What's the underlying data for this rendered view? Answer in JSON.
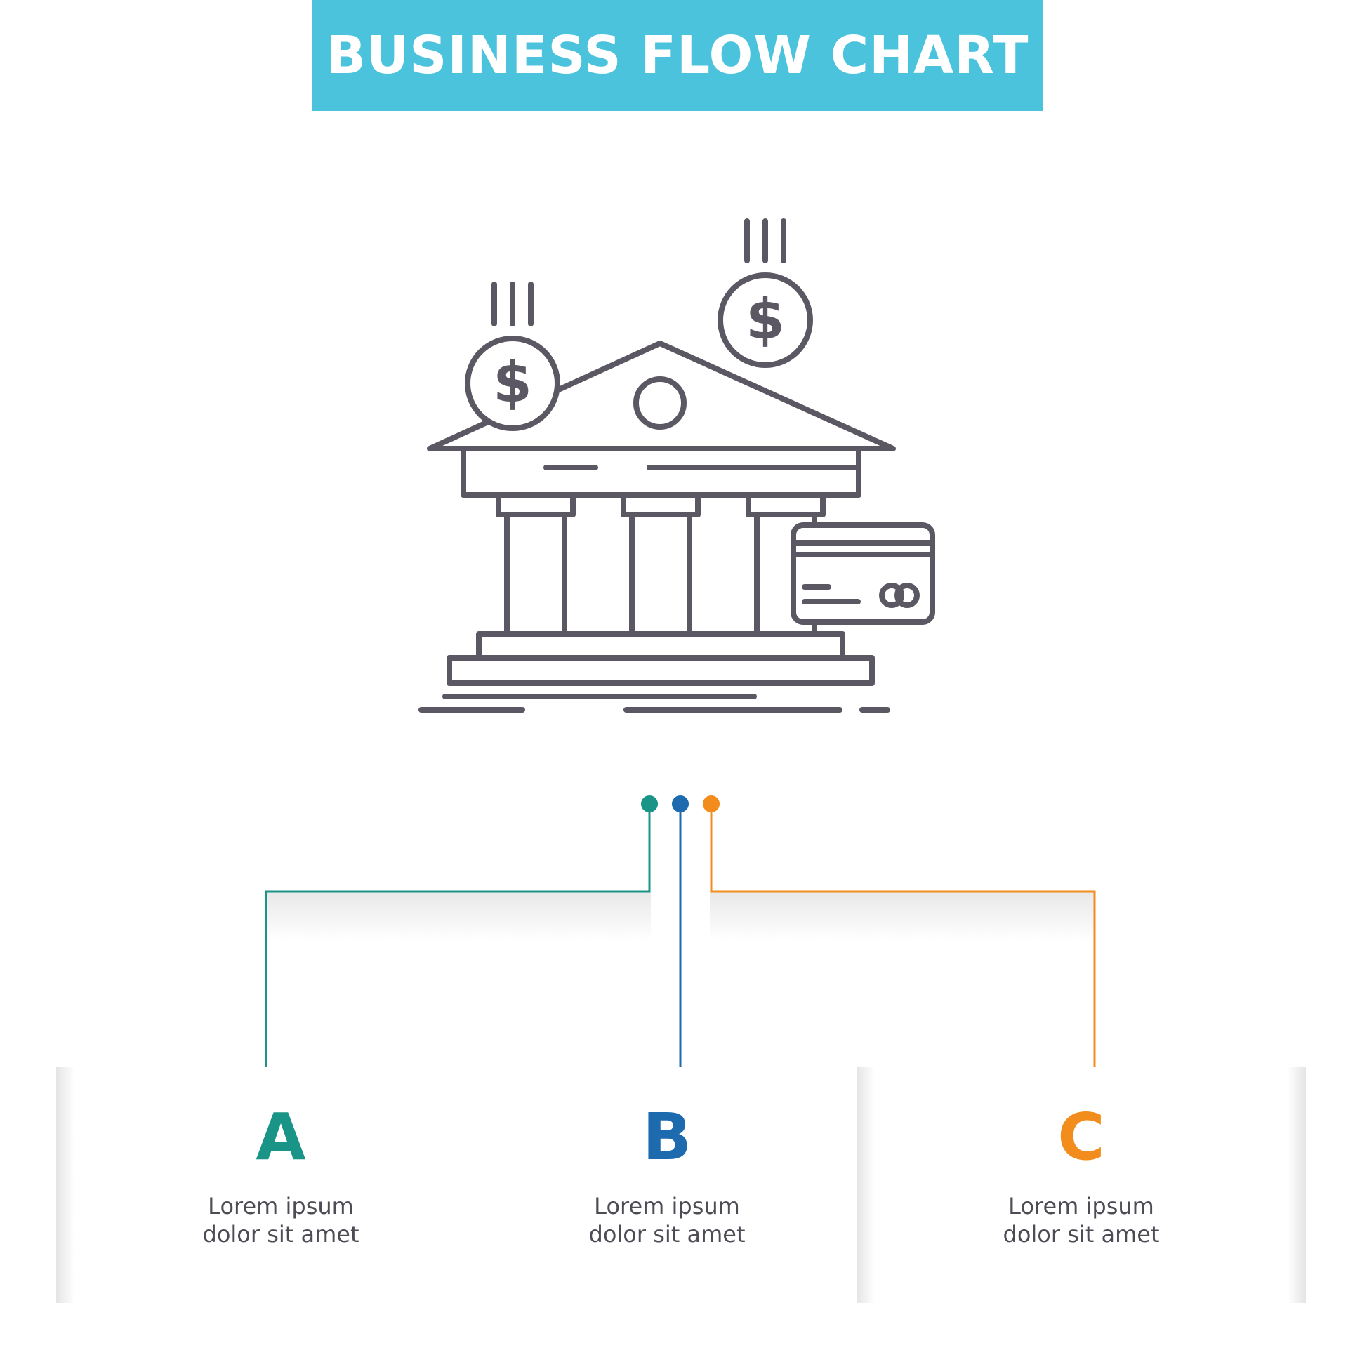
{
  "title": "BUSINESS FLOW CHART",
  "colors": {
    "banner": "#4bc3dc",
    "icon_stroke": "#5b5863",
    "a": "#1a9487",
    "b": "#1d6aae",
    "c": "#f28c1c"
  },
  "icon": "bank-building-coins-credit-card-icon",
  "items": [
    {
      "letter": "A",
      "line1": "Lorem ipsum",
      "line2": "dolor sit amet"
    },
    {
      "letter": "B",
      "line1": "Lorem ipsum",
      "line2": "dolor sit amet"
    },
    {
      "letter": "C",
      "line1": "Lorem ipsum",
      "line2": "dolor sit amet"
    }
  ]
}
